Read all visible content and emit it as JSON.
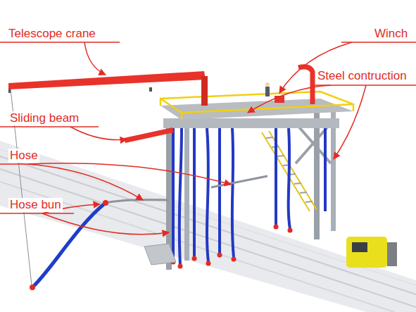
{
  "diagram": {
    "labels": [
      "Telescope crane",
      "Winch",
      "Steel contruction",
      "Sliding beam",
      "Hose",
      "Hose bun"
    ]
  }
}
